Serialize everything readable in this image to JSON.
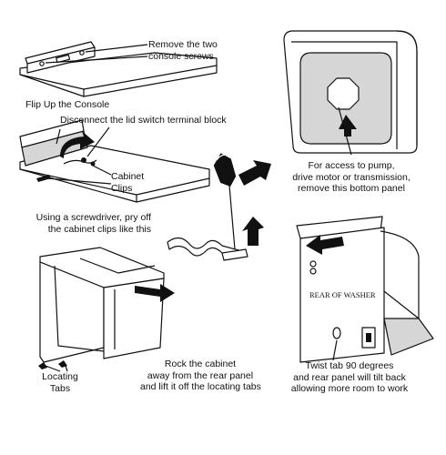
{
  "steps": {
    "remove_screws": "Remove the two\nconsole screws",
    "flip_console": "Flip Up the Console",
    "disconnect_switch": "Disconnect the lid switch terminal block",
    "cabinet_clips": "Cabinet\nClips",
    "pry_clips": "Using a screwdriver, pry off\nthe cabinet clips like this",
    "access_panel": "For access to pump,\ndrive motor or transmission,\nremove this bottom panel",
    "rock_cabinet": "Rock the cabinet\naway from the rear panel\nand lift it off the locating tabs",
    "locating_tabs": "Locating\nTabs",
    "twist_tab": "Twist tab 90 degrees\nand rear panel will tilt back\nallowing more room to work"
  },
  "panel_label": "REAR OF WASHER"
}
